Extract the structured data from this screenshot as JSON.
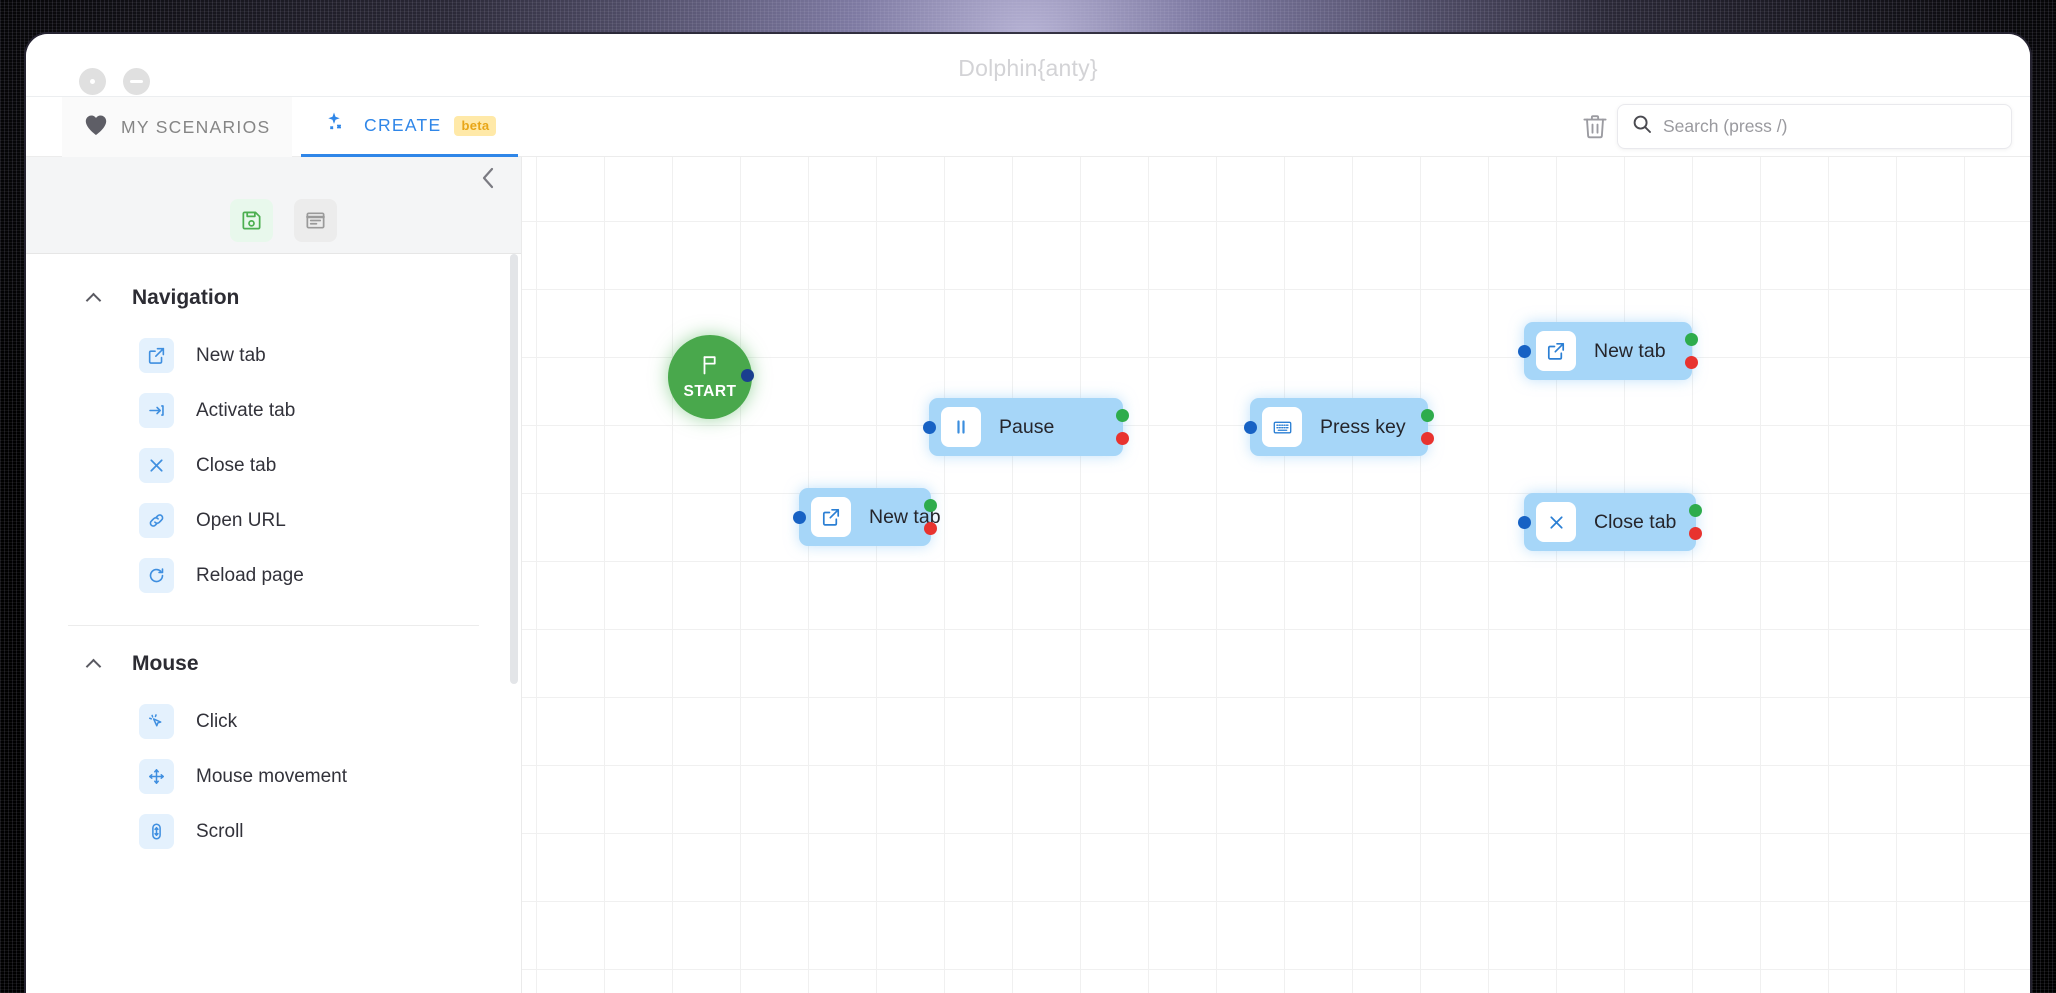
{
  "window": {
    "title": "Dolphin{anty}",
    "controls": [
      {
        "name": "close-dot",
        "label": ""
      },
      {
        "name": "minimize-dash",
        "label": ""
      }
    ]
  },
  "tabs": [
    {
      "id": "my-scenarios",
      "label": "MY SCENARIOS",
      "icon": "heart-icon",
      "active": false
    },
    {
      "id": "create",
      "label": "CREATE",
      "icon": "magic-sparkle-icon",
      "badge": "beta",
      "active": true
    }
  ],
  "toolbar": {
    "trash_icon": "trash-icon",
    "save_icon": "save-disk-icon",
    "notes_icon": "notes-window-icon",
    "collapse_icon": "chevron-left-icon"
  },
  "search": {
    "placeholder": "Search (press /)",
    "value": "",
    "icon": "search-icon"
  },
  "sidebar": {
    "sections": [
      {
        "title": "Navigation",
        "collapse_icon": "chevron-up-icon",
        "items": [
          {
            "label": "New tab",
            "icon": "external-link-icon"
          },
          {
            "label": "Activate tab",
            "icon": "arrow-in-box-icon"
          },
          {
            "label": "Close tab",
            "icon": "close-x-icon"
          },
          {
            "label": "Open URL",
            "icon": "link-chain-icon"
          },
          {
            "label": "Reload page",
            "icon": "refresh-icon"
          }
        ]
      },
      {
        "title": "Mouse",
        "collapse_icon": "chevron-up-icon",
        "items": [
          {
            "label": "Click",
            "icon": "cursor-click-icon"
          },
          {
            "label": "Mouse movement",
            "icon": "move-arrows-icon"
          },
          {
            "label": "Scroll",
            "icon": "scroll-icon"
          }
        ]
      }
    ]
  },
  "canvas": {
    "start_node": {
      "label": "START",
      "icon": "flag-icon"
    },
    "nodes": [
      {
        "id": "new-tab-1",
        "label": "New tab",
        "icon": "external-link-icon"
      },
      {
        "id": "pause",
        "label": "Pause",
        "icon": "pause-icon"
      },
      {
        "id": "press-key",
        "label": "Press key",
        "icon": "keyboard-icon"
      },
      {
        "id": "new-tab-2",
        "label": "New tab",
        "icon": "external-link-icon"
      },
      {
        "id": "close-tab",
        "label": "Close tab",
        "icon": "close-x-icon"
      }
    ]
  },
  "colors": {
    "accent_blue": "#2f86e8",
    "node_blue": "#a6d6f8",
    "start_green": "#49a84c",
    "port_ok": "#2eac4c",
    "port_error": "#e8332f",
    "port_in": "#1762c4",
    "badge_bg": "#ffe9a8",
    "badge_text": "#e8a617"
  }
}
